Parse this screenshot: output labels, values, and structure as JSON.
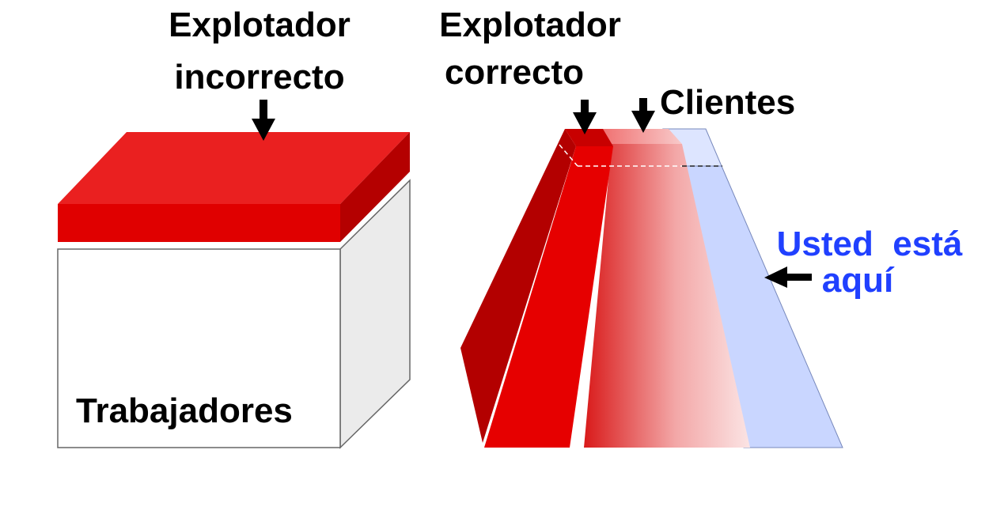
{
  "labels": {
    "wrong_exploiter_line1": "Explotador",
    "wrong_exploiter_line2": "incorrecto",
    "right_exploiter_line1": "Explotador",
    "right_exploiter_line2": "correcto",
    "clients": "Clientes",
    "workers": "Trabajadores",
    "you_are_here_line1": "Usted  está",
    "you_are_here_line2": "aquí"
  },
  "colors": {
    "red": "#e00000",
    "dark_red": "#b40000",
    "light_red": "#f08a8a",
    "pale_blue": "#c9d6ff",
    "label_blue": "#2040ff",
    "outline_gray": "#555555"
  }
}
